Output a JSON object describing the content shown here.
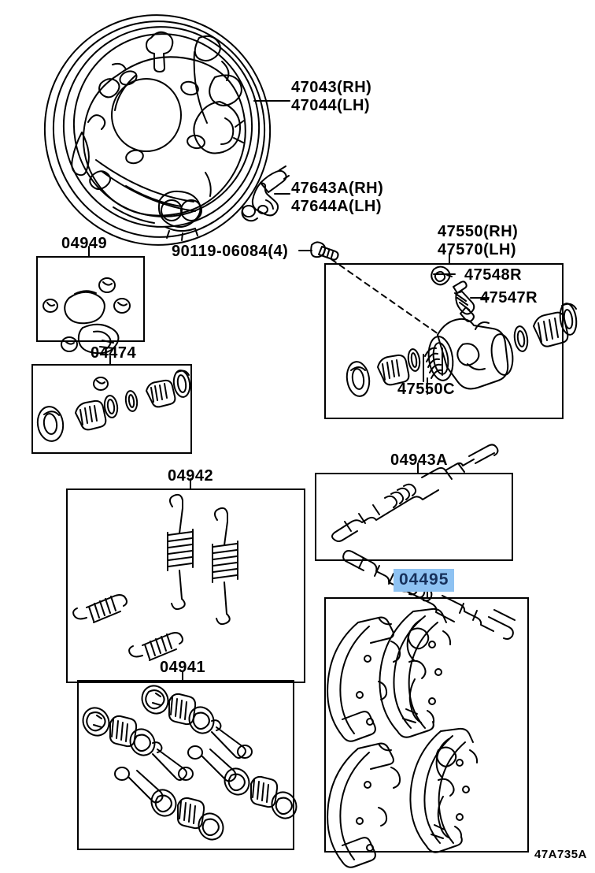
{
  "diagram": {
    "figure_code": "47A735A",
    "highlight_color": "#8ec2f2",
    "highlight_text_color": "#17315c",
    "line_color": "#000000",
    "background": "#ffffff"
  },
  "labels": {
    "backing_plate_rh": "47043(RH)",
    "backing_plate_lh": "47044(LH)",
    "lever_rh": "47643A(RH)",
    "lever_lh": "47644A(LH)",
    "bolt": "90119-06084(4)",
    "cylinder_rh": "47550(RH)",
    "cylinder_lh": "47570(LH)",
    "bleeder_cap": "47548R",
    "bleeder_plug": "47547R",
    "cylinder_kit": "47550C",
    "boot_kit": "04949",
    "cylinder_repair_kit": "04474",
    "spring_kit": "04942",
    "hold_down_kit": "04941",
    "adjuster_kit": "04943A",
    "shoe_kit_selected": "04495"
  },
  "boxes": [
    {
      "name": "boot-kit-box",
      "label": "04949"
    },
    {
      "name": "cylinder-repair-kit-box",
      "label": "04474"
    },
    {
      "name": "spring-kit-box",
      "label": "04942"
    },
    {
      "name": "hold-down-kit-box",
      "label": "04941"
    },
    {
      "name": "wheel-cylinder-box",
      "label": "47550(RH) 47570(LH)"
    },
    {
      "name": "adjuster-kit-box",
      "label": "04943A"
    },
    {
      "name": "brake-shoe-kit-box",
      "label": "04495"
    }
  ]
}
